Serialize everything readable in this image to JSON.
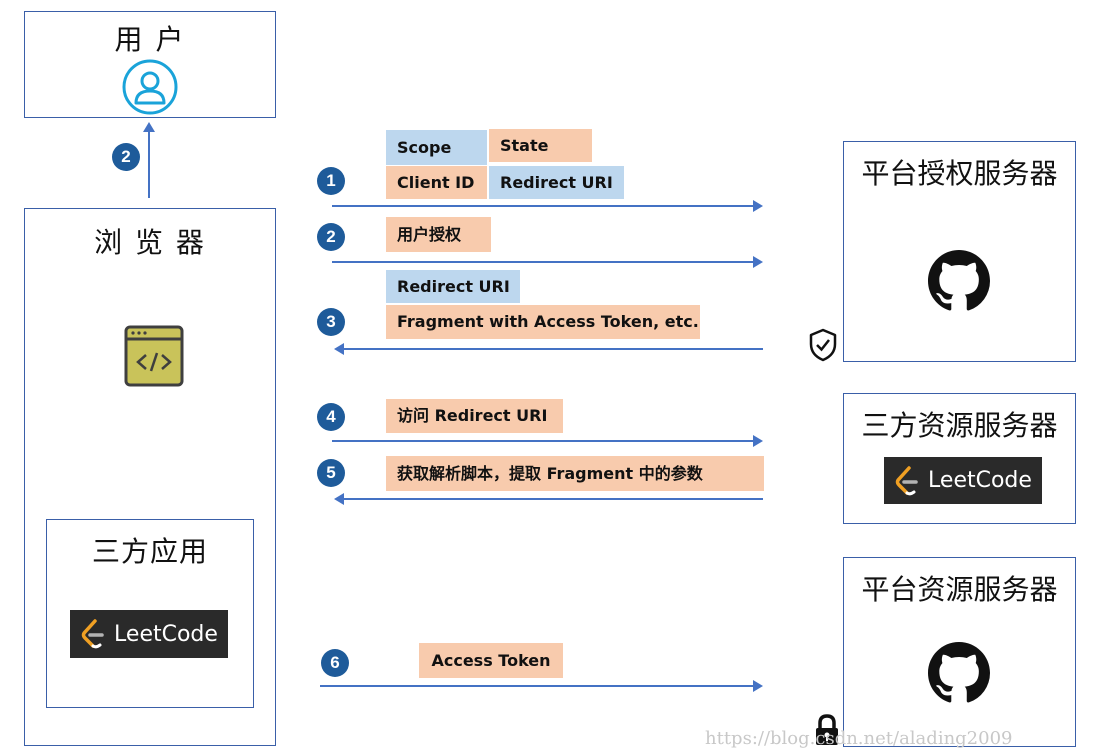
{
  "user_box": {
    "title": "用 户",
    "icon": "user-icon"
  },
  "browser_box": {
    "title": "浏 览 器",
    "icon": "code-window-icon"
  },
  "third_party_app": {
    "title": "三方应用",
    "logo_text": "LeetCode"
  },
  "platform_auth_server": {
    "title": "平台授权服务器",
    "icon": "github-icon",
    "badge_icon": "shield-check-icon"
  },
  "third_party_resource_server": {
    "title": "三方资源服务器",
    "logo_text": "LeetCode"
  },
  "platform_resource_server": {
    "title": "平台资源服务器",
    "icon": "github-icon",
    "badge_icon": "lock-icon"
  },
  "steps": {
    "s1": {
      "num": "1",
      "tags": [
        "Scope",
        "State",
        "Client ID",
        "Redirect URI"
      ]
    },
    "s2_top": {
      "num": "2"
    },
    "s2": {
      "num": "2",
      "tags": [
        "用户授权"
      ]
    },
    "s3": {
      "num": "3",
      "tags": [
        "Redirect URI",
        "Fragment with Access Token, etc."
      ]
    },
    "s4": {
      "num": "4",
      "tags": [
        "访问 Redirect URI"
      ]
    },
    "s5": {
      "num": "5",
      "tags": [
        "获取解析脚本，提取 Fragment 中的参数"
      ]
    },
    "s6": {
      "num": "6",
      "tags": [
        "Access Token"
      ]
    }
  },
  "colors": {
    "box_border": "#3a5fa8",
    "arrow": "#4472c4",
    "step_circle": "#1e5b9a",
    "tag_blue": "#bdd7ee",
    "tag_orange": "#f8cbad"
  },
  "watermark": "https://blog.csdn.net/alading2009"
}
